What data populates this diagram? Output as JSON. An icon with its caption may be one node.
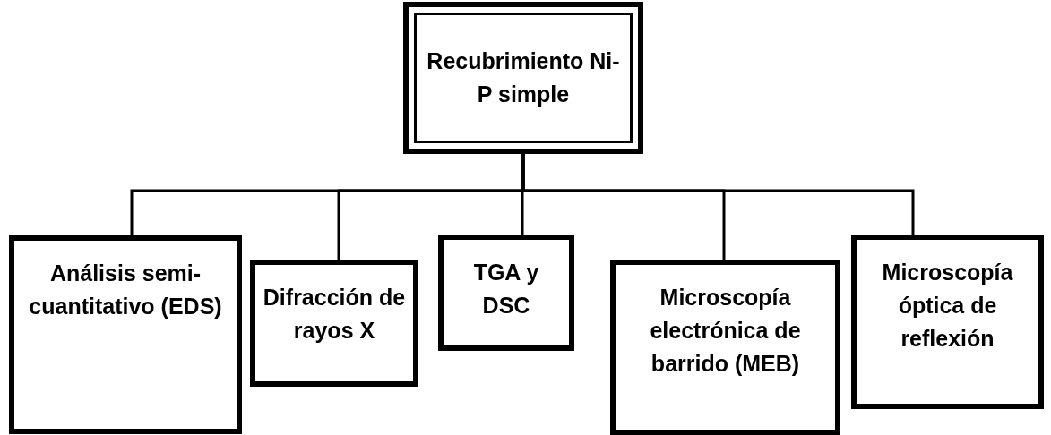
{
  "diagram": {
    "nodes": [
      {
        "text": [
          "Recubrimiento Ni-P simple"
        ]
      },
      {
        "text": [
          "Análisis semi-cuantitativo (EDS)"
        ]
      },
      {
        "text": [
          "Difracción de rayos X"
        ]
      },
      {
        "text": [
          "TGA y DSC"
        ]
      },
      {
        "text": [
          "Microscopía electrónica de barrido (MEB)"
        ]
      },
      {
        "text": [
          "Microscopía óptica de reflexión"
        ]
      }
    ],
    "edges": [
      {
        "from": 0,
        "to": 1,
        "arrow": "none"
      },
      {
        "from": 0,
        "to": 2,
        "arrow": "none"
      },
      {
        "from": 0,
        "to": 3,
        "arrow": "none"
      },
      {
        "from": 0,
        "to": 4,
        "arrow": "none"
      },
      {
        "from": 0,
        "to": 5,
        "arrow": "none"
      }
    ]
  }
}
